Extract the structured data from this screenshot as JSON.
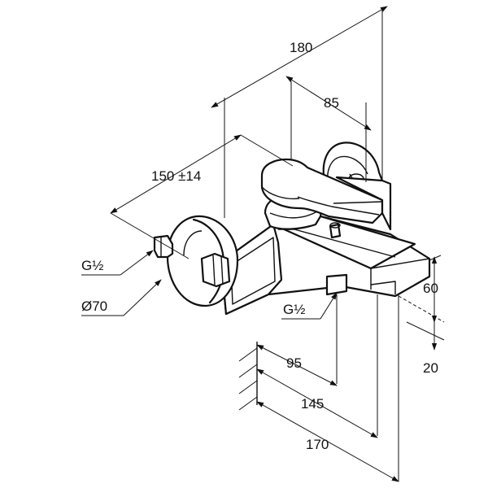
{
  "dimensions": {
    "total_length": "180",
    "lever_offset": "85",
    "centre_distance": "150 ±14",
    "inlet_thread": "G½",
    "rosette_diameter": "Ø70",
    "outlet_thread": "G½",
    "spout_height": "60",
    "outlet_drop": "20",
    "depth_outlet": "95",
    "depth_spout_front": "145",
    "depth_total": "170"
  }
}
